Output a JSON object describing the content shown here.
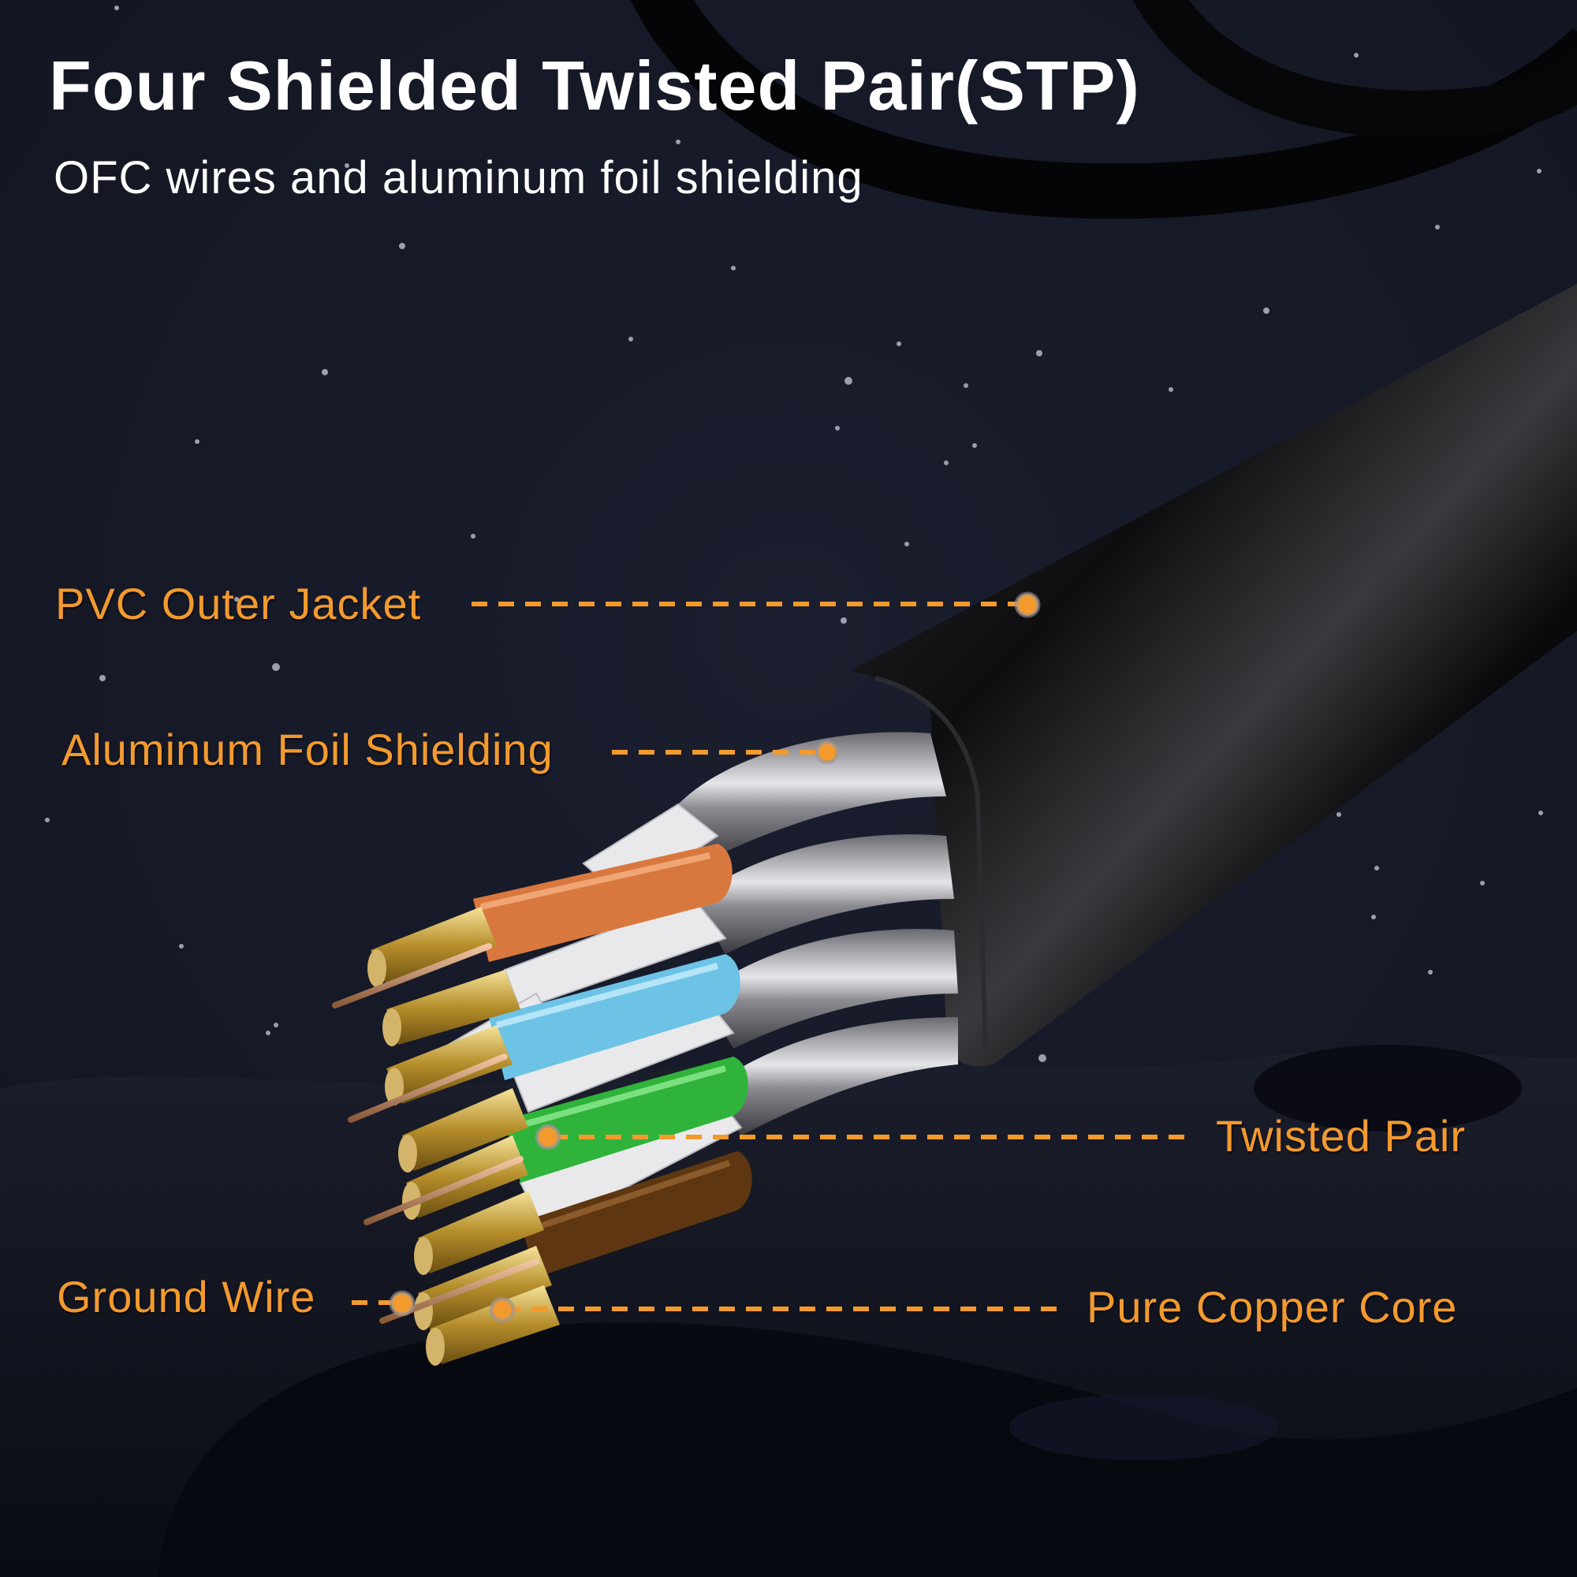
{
  "header": {
    "title": "Four Shielded Twisted Pair(STP)",
    "subtitle": "OFC wires and aluminum foil shielding"
  },
  "callouts": [
    {
      "label": "PVC Outer Jacket",
      "side": "left"
    },
    {
      "label": "Aluminum Foil Shielding",
      "side": "left"
    },
    {
      "label": "Twisted Pair",
      "side": "right"
    },
    {
      "label": "Ground Wire",
      "side": "left"
    },
    {
      "label": "Pure Copper Core",
      "side": "right"
    }
  ],
  "diagram": {
    "subject": "Shielded Ethernet cable cross-section",
    "wire_pairs": [
      {
        "color_name": "orange",
        "color": "#d9783e"
      },
      {
        "color_name": "blue",
        "color": "#6cc3e6"
      },
      {
        "color_name": "green",
        "color": "#2fb33a"
      },
      {
        "color_name": "brown",
        "color": "#5e3712"
      }
    ],
    "stripe_color": "#e8e8e8",
    "conductor_color": "#c9a646",
    "jacket_color": "#0c0c0e",
    "foil_color": "#b8b8bc"
  },
  "colors": {
    "background": "#151826",
    "accent": "#f39a2e",
    "title": "#ffffff"
  }
}
